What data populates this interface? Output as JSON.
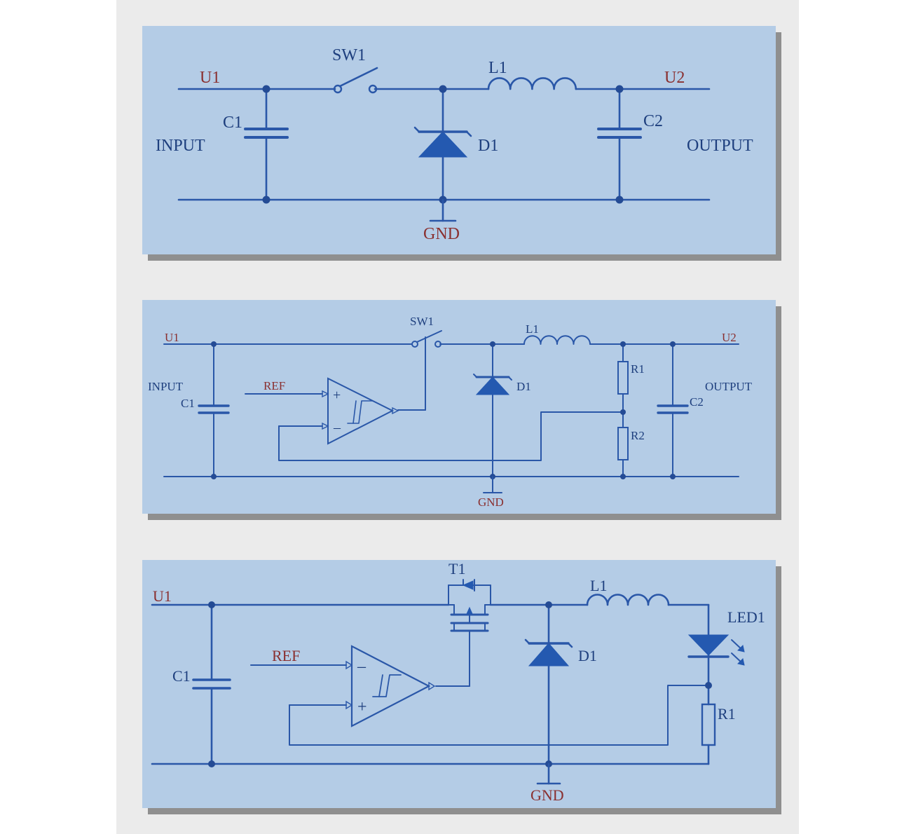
{
  "colors": {
    "page": "#ffffff",
    "paper": "#ebebeb",
    "panel": "#b4cce6",
    "wire": "#2a57a8",
    "label": "#1e3f7e",
    "label_red": "#8a3030"
  },
  "diagram1": {
    "u1": "U1",
    "sw1": "SW1",
    "l1": "L1",
    "u2": "U2",
    "c1": "C1",
    "input": "INPUT",
    "d1": "D1",
    "c2": "C2",
    "output": "OUTPUT",
    "gnd": "GND"
  },
  "diagram2": {
    "u1": "U1",
    "sw1": "SW1",
    "l1": "L1",
    "u2": "U2",
    "input": "INPUT",
    "c1": "C1",
    "ref": "REF",
    "d1": "D1",
    "r1": "R1",
    "r2": "R2",
    "c2": "C2",
    "output": "OUTPUT",
    "gnd": "GND",
    "plus": "+",
    "minus": "–"
  },
  "diagram3": {
    "u1": "U1",
    "t1": "T1",
    "l1": "L1",
    "led1": "LED1",
    "ref": "REF",
    "c1": "C1",
    "d1": "D1",
    "r1": "R1",
    "gnd": "GND",
    "plus": "+",
    "minus": "–"
  }
}
